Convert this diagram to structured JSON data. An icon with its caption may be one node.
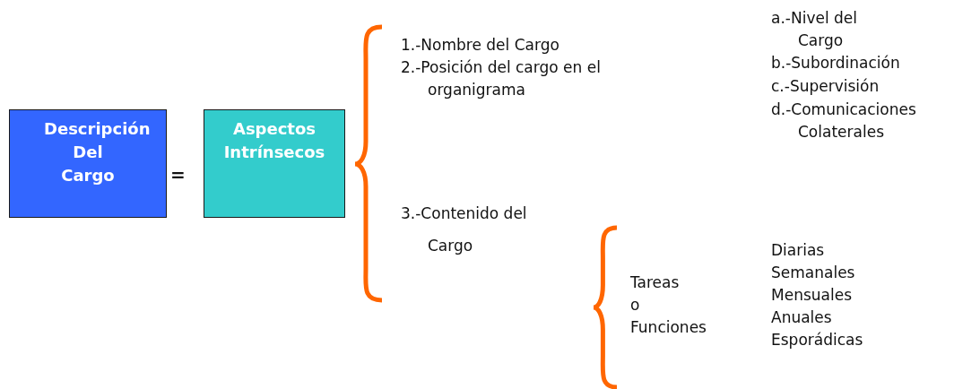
{
  "diagram": {
    "nodes": [
      {
        "text": [
          "Descripción Del Cargo"
        ]
      },
      {
        "text": [
          "Aspectos Intrínsecos"
        ]
      }
    ],
    "edges": [],
    "labels": [
      "=",
      "1.-Nombre del Cargo",
      "2.-Posición del cargo en el organigrama",
      "a.-Nivel del Cargo",
      "b.-Subordinación",
      "c.-Supervisión",
      "d.-Comunicaciones Colaterales",
      "3.-Contenido del Cargo",
      "Tareas o Funciones",
      "Diarias",
      "Semanales",
      "Mensuales",
      "Anuales",
      "Esporádicas"
    ]
  }
}
